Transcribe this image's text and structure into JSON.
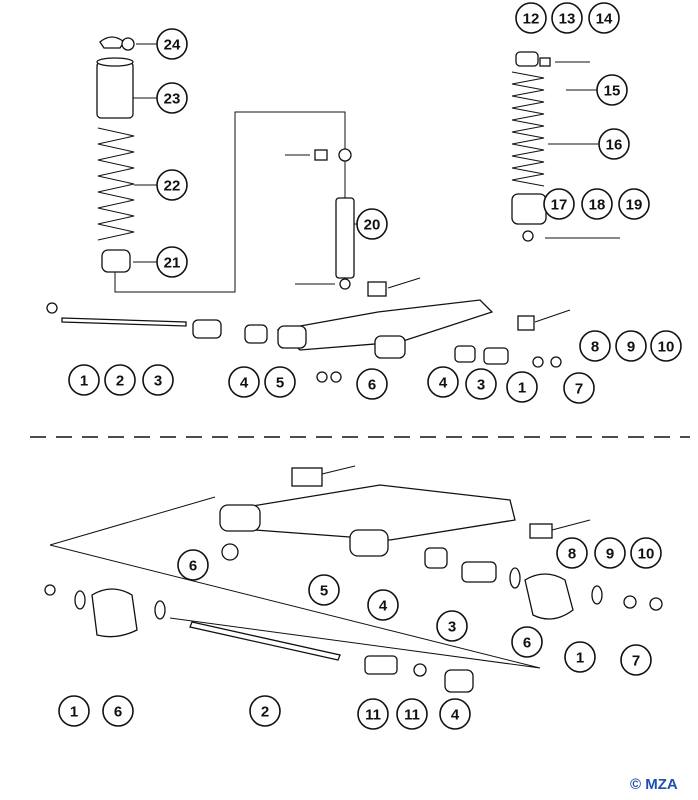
{
  "diagram": {
    "upper_assembly_callouts": [
      "24",
      "23",
      "22",
      "21",
      "20",
      "12",
      "13",
      "14",
      "15",
      "16",
      "17",
      "18",
      "19",
      "1",
      "2",
      "3",
      "4",
      "5",
      "6",
      "4",
      "3",
      "1",
      "7",
      "8",
      "9",
      "10"
    ],
    "lower_assembly_callouts": [
      "6",
      "5",
      "4",
      "3",
      "6",
      "8",
      "9",
      "10",
      "1",
      "7",
      "1",
      "6",
      "2",
      "11",
      "11",
      "4"
    ]
  },
  "copyright": "© MZA",
  "colors": {
    "line": "#111111",
    "copyright": "#1f4fb0"
  }
}
